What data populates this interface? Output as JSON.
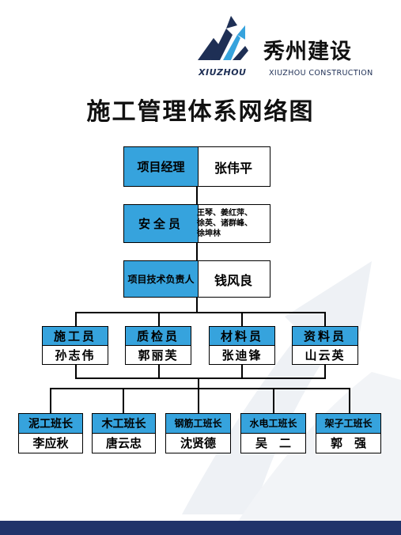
{
  "logo": {
    "brand_cn": "秀州建设",
    "brand_en": "XIUZHOU CONSTRUCTION",
    "mark_text": "XIUZHOU",
    "colors": {
      "navy": "#1e2f55",
      "blue": "#36a3dd"
    }
  },
  "title": "施工管理体系网络图",
  "colors": {
    "label_blue": "#36a3dd",
    "bottom_bar": "#20336a"
  },
  "top_chain": [
    {
      "role": "项目经理",
      "name": "张伟平"
    },
    {
      "role": "安全员",
      "name": "王琴、姜红萍、\n徐英、诸群峰、\n徐坤林"
    },
    {
      "role": "项目技术负责人",
      "name": "钱风良"
    }
  ],
  "middle_row": [
    {
      "role": "施工员",
      "name": "孙志伟"
    },
    {
      "role": "质检员",
      "name": "郭丽芙"
    },
    {
      "role": "材料员",
      "name": "张迪锋"
    },
    {
      "role": "资料员",
      "name": "山云英"
    }
  ],
  "bottom_row": [
    {
      "role": "泥工班长",
      "name": "李应秋"
    },
    {
      "role": "木工班长",
      "name": "唐云忠"
    },
    {
      "role": "钢筋工班长",
      "name": "沈贤德"
    },
    {
      "role": "水电工班长",
      "name": "吴　二"
    },
    {
      "role": "架子工班长",
      "name": "郭　强"
    }
  ]
}
